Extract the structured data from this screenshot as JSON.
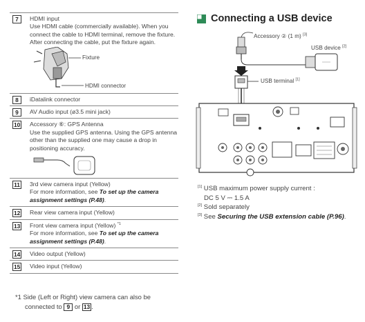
{
  "left": {
    "r7": {
      "num": "7",
      "title": "HDMI input",
      "desc": "Use HDMI cable (commercially available). When you connect the cable to HDMI terminal, remove the fixture. After connecting the cable, put the fixture again.",
      "fixture_label": "Fixture",
      "connector_label": "HDMI connector"
    },
    "r8": {
      "num": "8",
      "text": "iDatalink connector"
    },
    "r9": {
      "num": "9",
      "text": "AV Audio input (ø3.5 mini jack)"
    },
    "r10": {
      "num": "10",
      "title_a": "Accessory ",
      "circ": "⑥",
      "title_b": ": GPS Antenna",
      "desc": "Use the supplied GPS antenna. Using the GPS antenna other than the supplied one may cause a drop in positioning accuracy."
    },
    "r11": {
      "num": "11",
      "title": "3rd view camera input (Yellow)",
      "more": "For more information, see ",
      "link": "To set up the camera assignment settings (P.48)",
      "end": "."
    },
    "r12": {
      "num": "12",
      "text": "Rear view camera input (Yellow)"
    },
    "r13": {
      "num": "13",
      "title": "Front view camera input (Yellow) ",
      "sup": "*1",
      "more": "For more information, see ",
      "link": "To set up the camera assignment settings (P.48)",
      "end": "."
    },
    "r14": {
      "num": "14",
      "text": "Video output (Yellow)"
    },
    "r15": {
      "num": "15",
      "text": "Video input (Yellow)"
    },
    "footnote": {
      "a": "*1 Side (Left or Right) view camera can also be",
      "b": "connected to ",
      "n1": "9",
      "or": " or ",
      "n2": "13",
      "end": "."
    }
  },
  "right": {
    "heading": "Connecting a USB device",
    "accessory_label": "Accessory ② (1 m)",
    "accessory_sup": "[3]",
    "usb_device_label": "USB device",
    "usb_device_sup": "[2]",
    "usb_terminal_label": "USB terminal",
    "usb_terminal_sup": "[1]",
    "note1_sup": "[1]",
    "note1": " USB maximum power supply current :",
    "note1b": "DC 5 V ⎓ 1.5 A",
    "note2_sup": "[2]",
    "note2": " Sold separately",
    "note3_sup": "[3]",
    "note3_pre": " See ",
    "note3_link": "Securing the USB extension cable (P.96)",
    "note3_end": "."
  },
  "colors": {
    "accent": "#2e8b57",
    "border": "#333333",
    "text": "#444444"
  }
}
